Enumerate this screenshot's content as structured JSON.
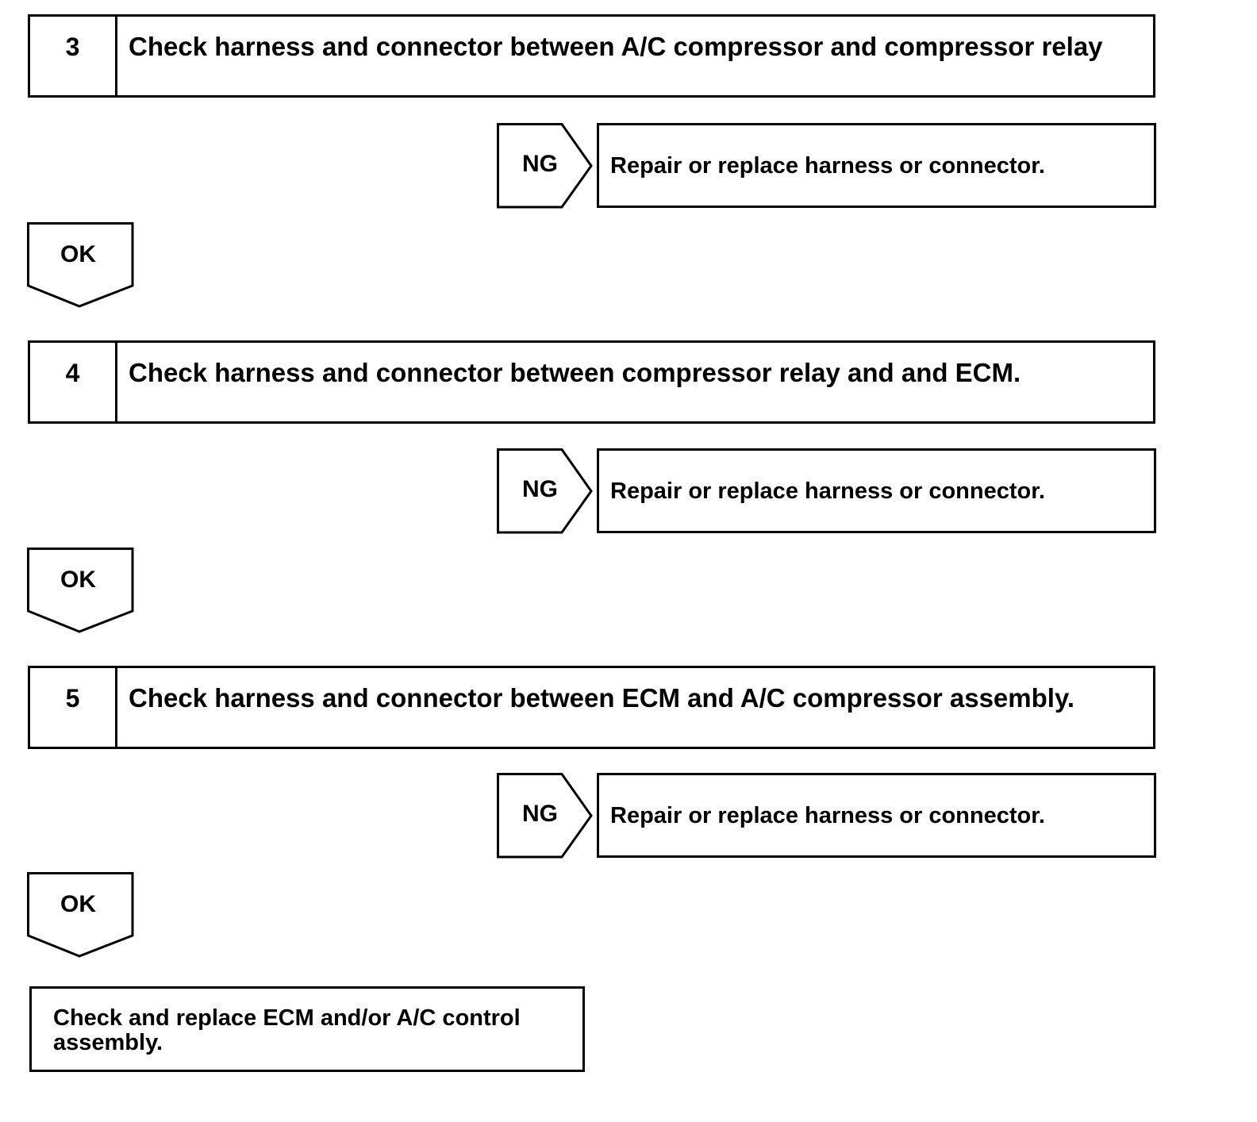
{
  "steps": [
    {
      "number": "3",
      "text": "Check harness and connector between A/C compressor and compressor relay",
      "ng_label": "NG",
      "ng_action": "Repair or replace harness or connector.",
      "ok_label": "OK"
    },
    {
      "number": "4",
      "text": "Check harness and connector between compressor relay and and ECM.",
      "ng_label": "NG",
      "ng_action": "Repair or replace harness or connector.",
      "ok_label": "OK"
    },
    {
      "number": "5",
      "text": "Check harness and connector between ECM and A/C compressor assembly.",
      "ng_label": "NG",
      "ng_action": "Repair or replace harness or connector.",
      "ok_label": "OK"
    }
  ],
  "final": {
    "text": "Check and replace ECM and/or A/C control assembly."
  }
}
